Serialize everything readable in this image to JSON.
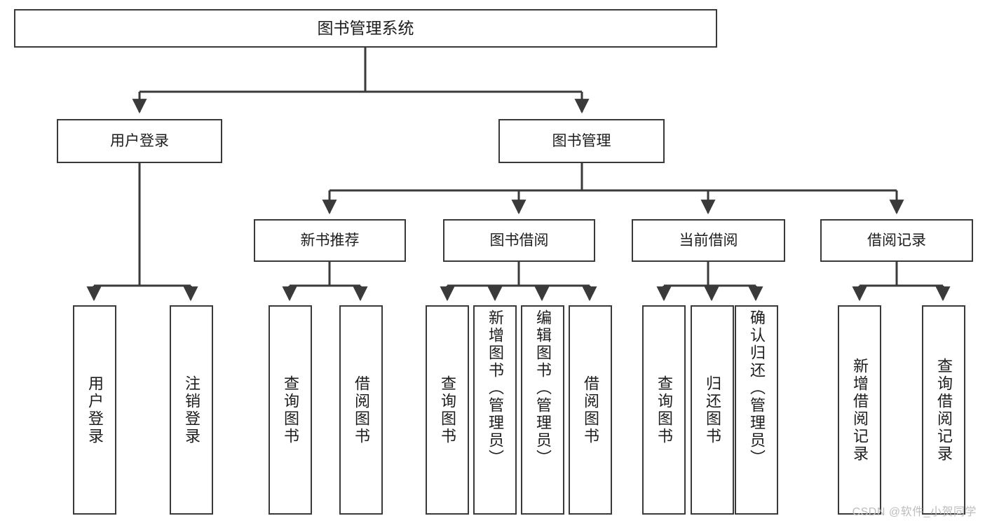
{
  "diagram": {
    "title": "图书管理系统",
    "type": "tree",
    "root": {
      "label": "图书管理系统",
      "children": [
        {
          "label": "用户登录",
          "children": [
            {
              "label": "用户登录"
            },
            {
              "label": "注销登录"
            }
          ]
        },
        {
          "label": "图书管理",
          "children": [
            {
              "label": "新书推荐",
              "children": [
                {
                  "label": "查询图书"
                },
                {
                  "label": "借阅图书"
                }
              ]
            },
            {
              "label": "图书借阅",
              "children": [
                {
                  "label": "查询图书"
                },
                {
                  "label": "新增图书（管理员）"
                },
                {
                  "label": "编辑图书（管理员）"
                },
                {
                  "label": "借阅图书"
                }
              ]
            },
            {
              "label": "当前借阅",
              "children": [
                {
                  "label": "查询图书"
                },
                {
                  "label": "归还图书"
                },
                {
                  "label": "确认归还（管理员）"
                }
              ]
            },
            {
              "label": "借阅记录",
              "children": [
                {
                  "label": "新增借阅记录"
                },
                {
                  "label": "查询借阅记录"
                }
              ]
            }
          ]
        }
      ]
    }
  },
  "nodes": {
    "root": "图书管理系统",
    "user_login": "用户登录",
    "book_manage": "图书管理",
    "new_book_rec": "新书推荐",
    "book_borrow": "图书借阅",
    "current_borrow": "当前借阅",
    "borrow_record": "借阅记录",
    "leaf_user_login": "用户登录",
    "leaf_logout": "注销登录",
    "leaf_query_book_a": "查询图书",
    "leaf_borrow_book_a": "借阅图书",
    "leaf_query_book_b": "查询图书",
    "leaf_add_book_admin": "新增图书（管理员）",
    "leaf_edit_book_admin": "编辑图书（管理员）",
    "leaf_borrow_book_b": "借阅图书",
    "leaf_query_book_c": "查询图书",
    "leaf_return_book": "归还图书",
    "leaf_confirm_return_admin": "确认归还（管理员）",
    "leaf_add_record": "新增借阅记录",
    "leaf_query_record": "查询借阅记录"
  },
  "colors": {
    "box_border": "#3a3a3a",
    "box_fill": "#ffffff",
    "connector": "#3a3a3a",
    "text": "#1d1d1d",
    "watermark": "#bdbdbd"
  },
  "watermark": "CSDN @软件_小贺同学"
}
